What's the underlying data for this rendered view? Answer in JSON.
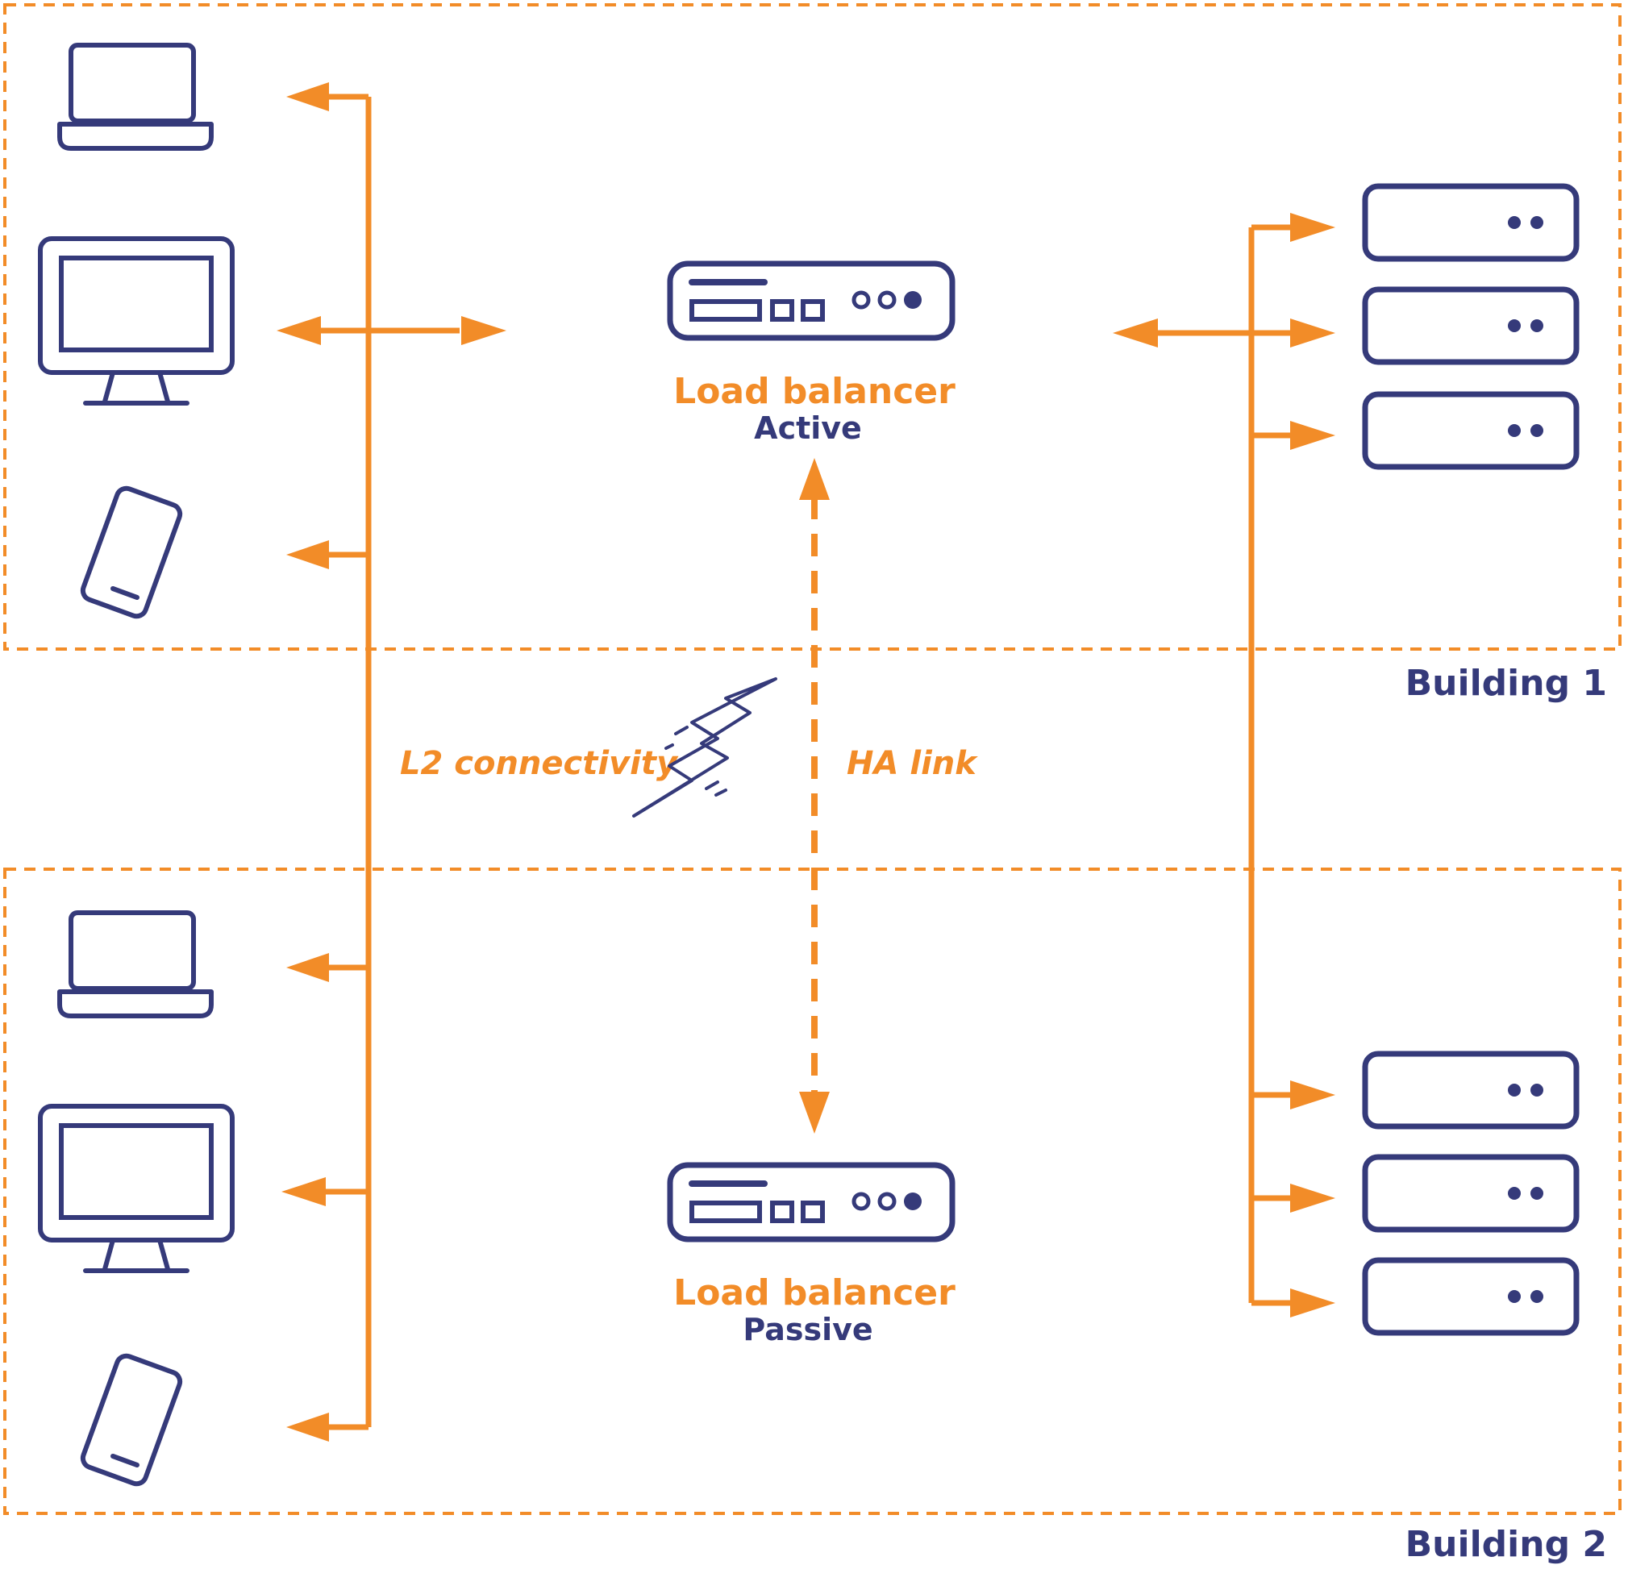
{
  "colors": {
    "accent": "#F28C28",
    "navy": "#353A7A",
    "background": "#FFFFFF"
  },
  "zones": [
    {
      "label": "Building 1"
    },
    {
      "label": "Building 2"
    }
  ],
  "load_balancers": [
    {
      "title": "Load balancer",
      "state": "Active"
    },
    {
      "title": "Load balancer",
      "state": "Passive"
    }
  ],
  "links": {
    "l2": "L2 connectivity",
    "ha": "HA link"
  },
  "icons": {
    "client_devices": [
      "laptop-icon",
      "desktop-monitor-icon",
      "smartphone-icon"
    ],
    "servers": "server-icon",
    "load_balancer": "network-appliance-icon",
    "link": "lightning-bolt-icon"
  }
}
